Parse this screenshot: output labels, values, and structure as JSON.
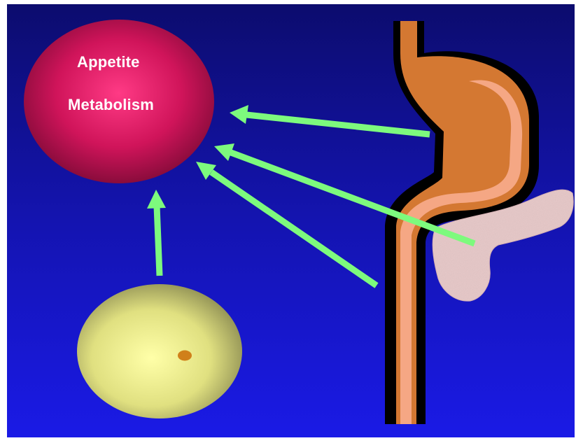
{
  "brain": {
    "line1": "Appetite",
    "line2": "Metabolism"
  },
  "colors": {
    "background_top": "#0c0c6e",
    "background_bottom": "#1a1ae0",
    "brain_center": "#ff2d7a",
    "brain_edge": "#8a0a3a",
    "fat_center": "#ffffa0",
    "fat_edge": "#9a9a5a",
    "fat_nucleus": "#d0801a",
    "stomach": "#d87a30",
    "stomach_lining": "#f5a882",
    "outline": "#000000",
    "pancreas": "#e8c8c8",
    "arrow": "#7dfa7d"
  },
  "icons": [
    "brain-circle",
    "fat-cell",
    "stomach-intestine",
    "pancreas",
    "signal-arrow"
  ]
}
